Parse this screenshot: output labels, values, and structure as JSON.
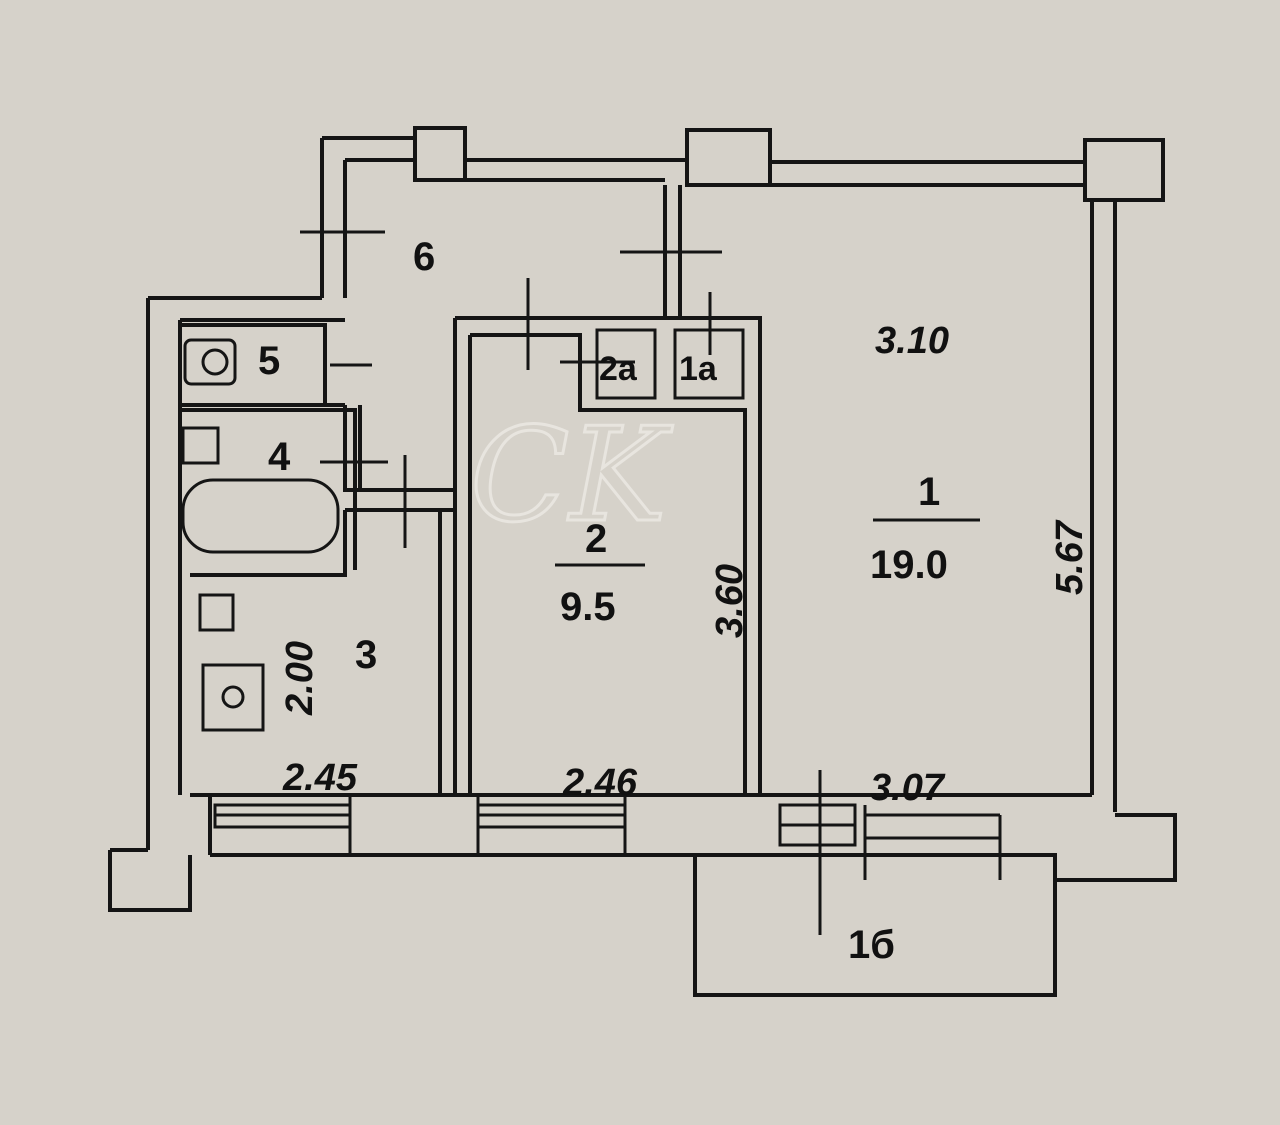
{
  "plan": {
    "rooms": [
      {
        "id": "1",
        "area": "19.0"
      },
      {
        "id": "2",
        "area": "9.5"
      },
      {
        "id": "3"
      },
      {
        "id": "4"
      },
      {
        "id": "5"
      },
      {
        "id": "6"
      },
      {
        "id": "1a"
      },
      {
        "id": "2a"
      },
      {
        "id": "1б"
      }
    ],
    "dimensions": {
      "room1_width_top": "3.10",
      "room1_length": "5.67",
      "room1_width_bottom": "3.07",
      "room2_length": "3.60",
      "room2_width": "2.46",
      "room3_length": "2.00",
      "room3_width": "2.45"
    },
    "watermark": "CK"
  }
}
